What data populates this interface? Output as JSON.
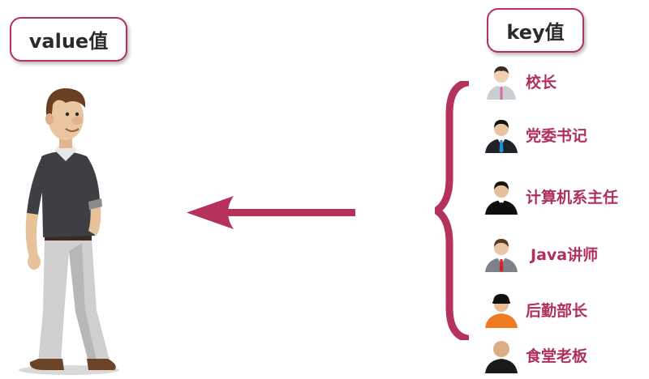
{
  "value_label": "value值",
  "key_label": "key值",
  "colors": {
    "accent": "#b5325a",
    "label_text": "#b0305a",
    "pill_text": "#2b2b2b"
  },
  "roles": [
    {
      "label": "校长",
      "icon": "person-lightgray-suit-icon"
    },
    {
      "label": "党委书记",
      "icon": "person-dark-suit-blue-tie-icon"
    },
    {
      "label": "计算机系主任",
      "icon": "person-black-suit-icon"
    },
    {
      "label": "Java讲师",
      "icon": "person-gray-suit-red-tie-icon"
    },
    {
      "label": "后勤部长",
      "icon": "person-orange-shirt-cap-icon"
    },
    {
      "label": "食堂老板",
      "icon": "person-black-tshirt-bald-icon"
    }
  ]
}
